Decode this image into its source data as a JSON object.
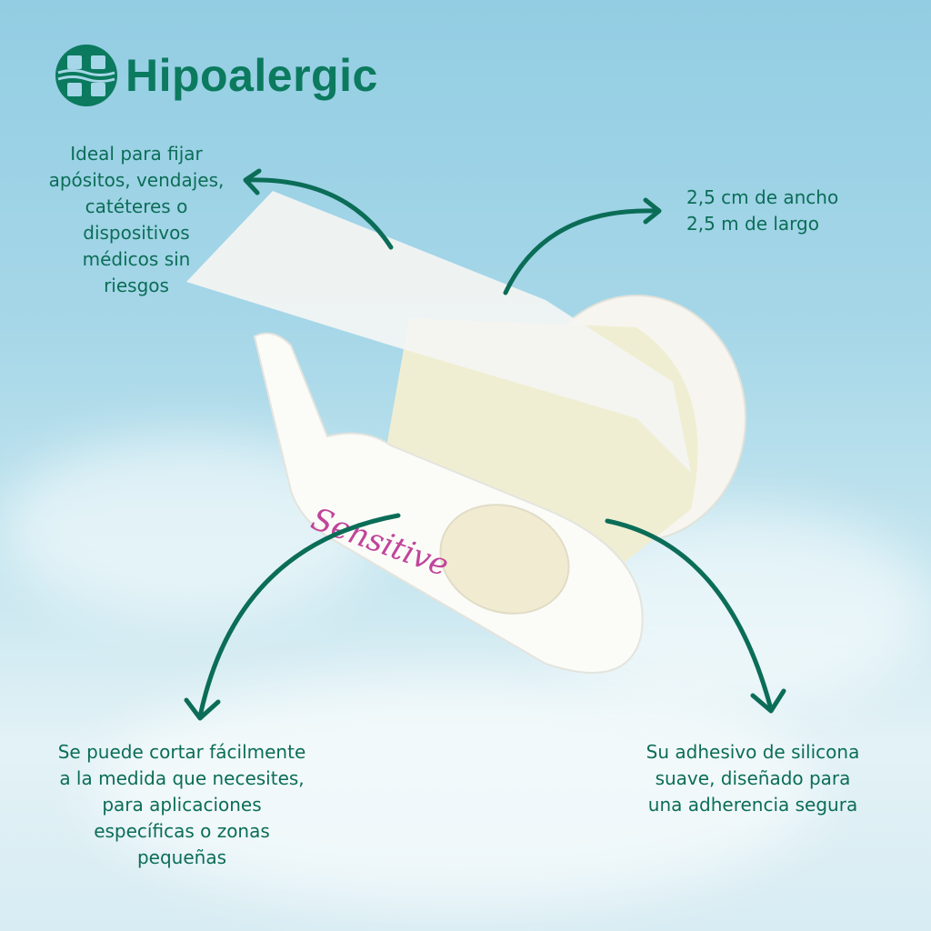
{
  "brand": {
    "name": "Hipoalergic",
    "color": "#0b7a5e"
  },
  "product": {
    "script_label": "Sensitive",
    "script_color": "#c0449a"
  },
  "callouts": {
    "top_left": [
      "Ideal para fijar",
      "apósitos, vendajes,",
      "catéteres o",
      "dispositivos",
      "médicos sin",
      "riesgos"
    ],
    "top_right": [
      "2,5 cm de ancho",
      "2,5 m de largo"
    ],
    "bottom_left": [
      "Se puede cortar fácilmente",
      "a la medida que necesites,",
      "para aplicaciones",
      "específicas o zonas",
      "pequeñas"
    ],
    "bottom_right": [
      "Su adhesivo de silicona",
      "suave, diseñado para",
      "una adherencia segura"
    ]
  }
}
